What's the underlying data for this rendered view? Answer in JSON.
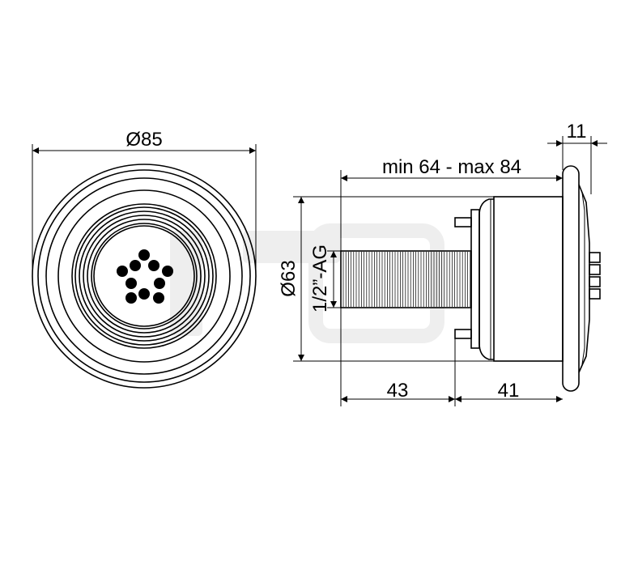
{
  "drawing": {
    "front_view": {
      "diameter_label": "Ø85"
    },
    "side_view": {
      "flange_thickness_label": "11",
      "length_range_label": "min 64 - max 84",
      "body_diameter_label": "Ø63",
      "thread_label": "1/2”-AG",
      "thread_length_label": "43",
      "body_length_label": "41"
    }
  },
  "colors": {
    "line": "#000000",
    "background": "#ffffff",
    "watermark": "#eeeeee"
  }
}
